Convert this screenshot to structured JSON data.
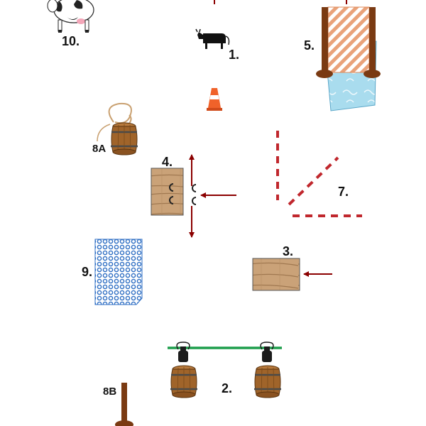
{
  "stations": {
    "s1": {
      "label": "1."
    },
    "s2": {
      "label": "2."
    },
    "s3": {
      "label": "3."
    },
    "s4": {
      "label": "4."
    },
    "s5": {
      "label": "5."
    },
    "s7": {
      "label": "7."
    },
    "s8a": {
      "label": "8A"
    },
    "s8b": {
      "label": "8B"
    },
    "s9": {
      "label": "9."
    },
    "s10": {
      "label": "10."
    }
  },
  "colors": {
    "arrow": "#8b0000",
    "pole_red": "#c0272d",
    "rail_green": "#1e9e4c",
    "barrel_wood": "#a0642a",
    "mat_blue": "#2f6fc4",
    "water": "#9fd6ea",
    "wood_board": "#c9a57a",
    "stripe_orange": "#e9a27a",
    "post_brown": "#7a3a12",
    "cone_orange": "#f0622a"
  }
}
